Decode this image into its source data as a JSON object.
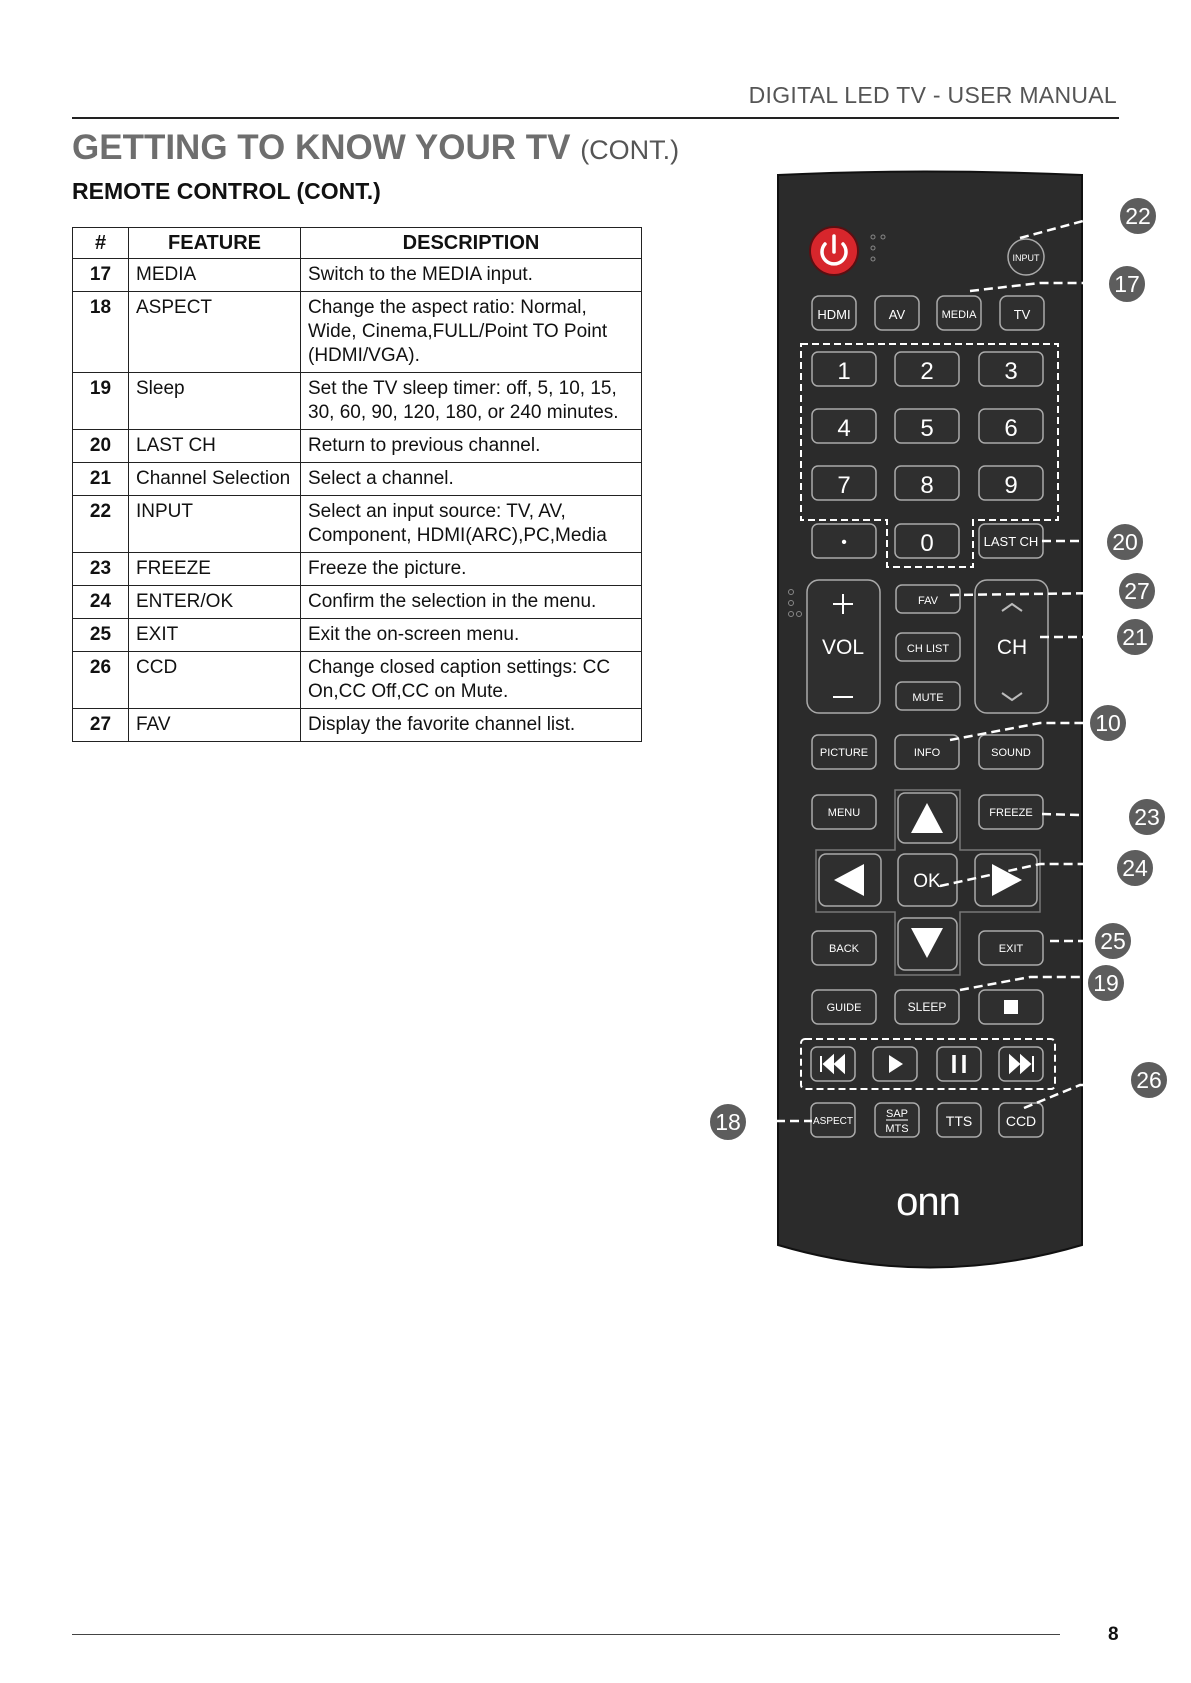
{
  "header": {
    "manual_title": "DIGITAL LED TV - USER MANUAL"
  },
  "page_title": {
    "main": "GETTING TO KNOW YOUR TV",
    "cont": "(CONT.)"
  },
  "section_title": "REMOTE CONTROL (CONT.)",
  "table": {
    "headers": [
      "#",
      "FEATURE",
      "DESCRIPTION"
    ],
    "rows": [
      {
        "num": "17",
        "feature": "MEDIA",
        "description": "Switch to the MEDIA input."
      },
      {
        "num": "18",
        "feature": "ASPECT",
        "description": "Change the aspect ratio: Normal, Wide, Cinema,FULL/Point TO Point (HDMI/VGA)."
      },
      {
        "num": "19",
        "feature": "Sleep",
        "description": "Set the TV sleep timer: off, 5, 10, 15, 30, 60, 90, 120, 180, or 240 minutes."
      },
      {
        "num": "20",
        "feature": "LAST CH",
        "description": "Return to previous channel."
      },
      {
        "num": "21",
        "feature": "Channel Selection",
        "description": "Select a channel."
      },
      {
        "num": "22",
        "feature": "INPUT",
        "description": "Select an input source: TV, AV, Component, HDMI(ARC),PC,Media"
      },
      {
        "num": "23",
        "feature": "FREEZE",
        "description": "Freeze the picture."
      },
      {
        "num": "24",
        "feature": "ENTER/OK",
        "description": "Confirm the selection in the menu."
      },
      {
        "num": "25",
        "feature": "EXIT",
        "description": "Exit the on-screen menu."
      },
      {
        "num": "26",
        "feature": "CCD",
        "description": "Change closed caption settings: CC On,CC Off,CC on Mute."
      },
      {
        "num": "27",
        "feature": "FAV",
        "description": "Display the favorite channel list."
      }
    ]
  },
  "remote": {
    "buttons": {
      "input": "INPUT",
      "hdmi": "HDMI",
      "av": "AV",
      "media": "MEDIA",
      "tv": "TV",
      "n1": "1",
      "n2": "2",
      "n3": "3",
      "n4": "4",
      "n5": "5",
      "n6": "6",
      "n7": "7",
      "n8": "8",
      "n9": "9",
      "dot": "•",
      "n0": "0",
      "last_ch": "LAST CH",
      "fav": "FAV",
      "ch_list": "CH LIST",
      "mute": "MUTE",
      "vol": "VOL",
      "ch": "CH",
      "picture": "PICTURE",
      "info": "INFO",
      "sound": "SOUND",
      "menu": "MENU",
      "freeze": "FREEZE",
      "ok": "OK",
      "back": "BACK",
      "exit": "EXIT",
      "guide": "GUIDE",
      "sleep": "SLEEP",
      "aspect": "ASPECT",
      "sap": "SAP",
      "mts": "MTS",
      "tts": "TTS",
      "ccd": "CCD"
    },
    "brand_logo": "onn",
    "callouts": [
      "22",
      "17",
      "20",
      "27",
      "21",
      "10",
      "23",
      "24",
      "25",
      "19",
      "26",
      "18"
    ]
  },
  "footer": {
    "page_number": "8"
  }
}
